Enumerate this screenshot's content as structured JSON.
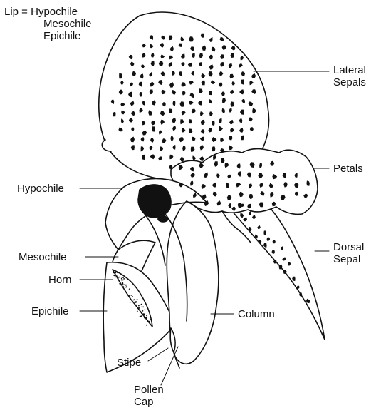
{
  "lip_key": {
    "prefix": "Lip =",
    "parts": [
      "Hypochile",
      "Mesochile",
      "Epichile"
    ]
  },
  "labels": {
    "lateral_sepals_1": "Lateral",
    "lateral_sepals_2": "Sepals",
    "petals": "Petals",
    "hypochile": "Hypochile",
    "dorsal_sepal_1": "Dorsal",
    "dorsal_sepal_2": "Sepal",
    "mesochile": "Mesochile",
    "horn": "Horn",
    "epichile": "Epichile",
    "column": "Column",
    "stipe": "Stipe",
    "pollen_cap_1": "Pollen",
    "pollen_cap_2": "Cap"
  }
}
